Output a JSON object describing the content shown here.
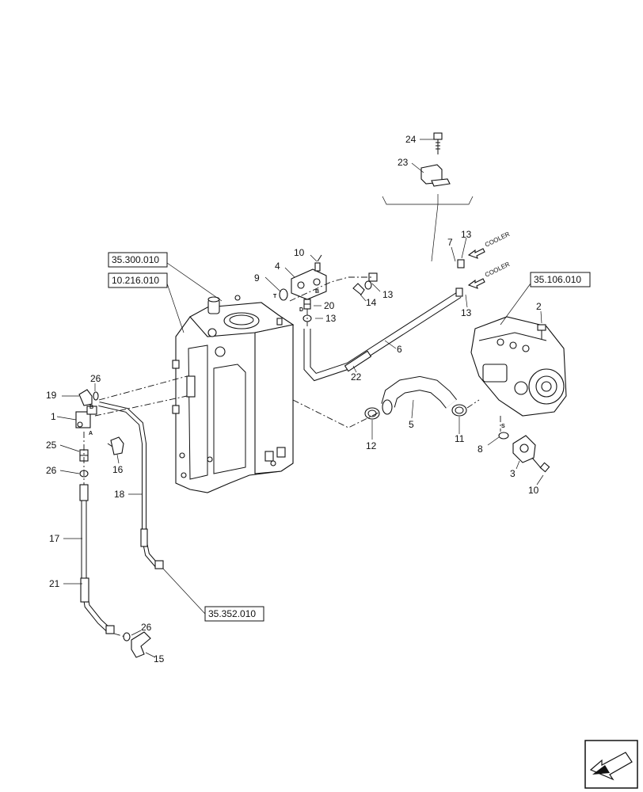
{
  "references": {
    "r1": "35.300.010",
    "r2": "10.216.010",
    "r3": "35.106.010",
    "r4": "35.352.010"
  },
  "callouts": {
    "c24": "24",
    "c23": "23",
    "c7": "7",
    "c13a": "13",
    "c13b": "13",
    "c13c": "13",
    "c13d": "13",
    "c10a": "10",
    "c4": "4",
    "c9": "9",
    "c20": "20",
    "c14": "14",
    "c6": "6",
    "c22": "22",
    "c2": "2",
    "c26a": "26",
    "c19": "19",
    "c1": "1",
    "c25": "25",
    "c26b": "26",
    "c16": "16",
    "c18": "18",
    "c17": "17",
    "c21": "21",
    "c26c": "26",
    "c15": "15",
    "c5": "5",
    "c12": "12",
    "c11": "11",
    "c8": "8",
    "c3": "3",
    "c10b": "10"
  },
  "port_letters": {
    "T": "T",
    "D": "D",
    "B1": "B",
    "S": "S",
    "B2": "B",
    "A": "A"
  },
  "cooler": {
    "label1": "COOLER",
    "label2": "COOLER"
  },
  "nav_icon": "page-arrow-icon"
}
